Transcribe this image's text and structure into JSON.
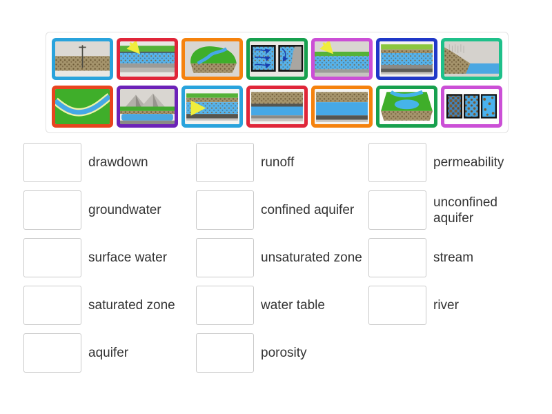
{
  "activity": {
    "kind": "match-up",
    "tile_count": 14,
    "panel_background": "#ffffff",
    "panel_border_color": "#e2e2e2"
  },
  "tiles": [
    {
      "name": "tile-drawdown-well",
      "border_color": "#29a3dc",
      "depicts": "well pipe drilled through gray sky into brown ground layer"
    },
    {
      "name": "tile-water-table",
      "border_color": "#e02639",
      "depicts": "yellow arrow pointing to boundary between green surface and blue dotted water layer"
    },
    {
      "name": "tile-stream",
      "border_color": "#f5820d",
      "depicts": "green hill block with winding blue stream"
    },
    {
      "name": "tile-permeability",
      "border_color": "#17a04e",
      "depicts": "two black-framed porous samples with blue water and flow arrows"
    },
    {
      "name": "tile-unsaturated-zone",
      "border_color": "#cb4fd6",
      "depicts": "yellow arrow pointing to green layer above blue dotted saturated layer"
    },
    {
      "name": "tile-aquifer",
      "border_color": "#2038c8",
      "depicts": "layered cross-section: grass, soil, blue dotted water layer, gray rock"
    },
    {
      "name": "tile-runoff",
      "border_color": "#1fc08a",
      "depicts": "rain falling on brown slope draining into blue water"
    },
    {
      "name": "tile-river",
      "border_color": "#e8441f",
      "depicts": "winding blue river with pale banks across green land"
    },
    {
      "name": "tile-groundwater-mountains",
      "border_color": "#6c22b8",
      "depicts": "gray mountains above green land with blue water layer underground"
    },
    {
      "name": "tile-groundwater-flow",
      "border_color": "#29a3dc",
      "depicts": "cross-section with yellow arrow showing horizontal flow in blue dotted layer"
    },
    {
      "name": "tile-confined-aquifer",
      "border_color": "#e02639",
      "depicts": "brown layer over gray confining bed over blue water layer"
    },
    {
      "name": "tile-unconfined-aquifer",
      "border_color": "#f5820d",
      "depicts": "brown layer directly over thick blue water layer"
    },
    {
      "name": "tile-surface-water",
      "border_color": "#17a04e",
      "depicts": "green land block with blue lake and stream on top"
    },
    {
      "name": "tile-porosity",
      "border_color": "#cb4fd6",
      "depicts": "three black-framed samples with different densities of grains in blue water"
    }
  ],
  "match_columns": [
    {
      "items": [
        {
          "label": "drawdown"
        },
        {
          "label": "groundwater"
        },
        {
          "label": "surface water"
        },
        {
          "label": "saturated zone"
        },
        {
          "label": "aquifer"
        }
      ]
    },
    {
      "items": [
        {
          "label": "runoff"
        },
        {
          "label": "confined aquifer"
        },
        {
          "label": "unsaturated zone"
        },
        {
          "label": "water table"
        },
        {
          "label": "porosity"
        }
      ]
    },
    {
      "items": [
        {
          "label": "permeability"
        },
        {
          "label": "unconfined aquifer"
        },
        {
          "label": "stream"
        },
        {
          "label": "river"
        }
      ]
    }
  ]
}
